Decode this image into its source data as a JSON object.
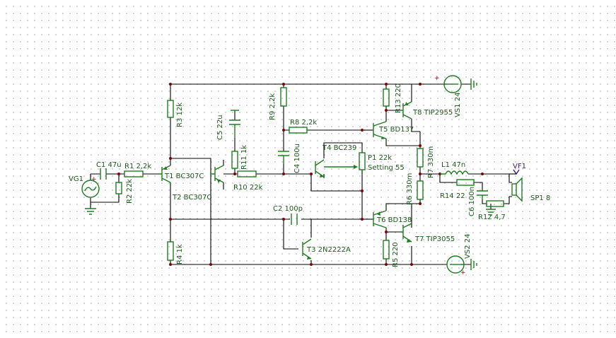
{
  "components": {
    "vg1": "VG1",
    "c1": "C1 47u",
    "r1": "R1 2,2k",
    "r2": "R2 22k",
    "t1": "T1 BC307C",
    "t2": "T2 BC307C",
    "r3": "R3 12k",
    "r4": "R4 1k",
    "c5": "C5 22u",
    "r11": "R11 1k",
    "r10": "R10 22k",
    "r9": "R9 2,2k",
    "r8": "R8 2,2k",
    "c4": "C4 100u",
    "t4": "T4 BC239",
    "p1": "P1 22k",
    "p1_setting": "Setting 55",
    "t5": "T5 BD137",
    "r13": "R13 220",
    "t8": "T8 TIP2955",
    "vs1": "VS1 24",
    "r7": "R7 330m",
    "r6": "R6 330m",
    "t6": "T6 BD138",
    "r5": "R5 220",
    "t7": "T7 TIP3055",
    "vs2": "VS2 24",
    "c2": "C2 100p",
    "t3": "T3 2N2222A",
    "l1": "L1 47n",
    "r14": "R14 22",
    "c6": "C6 100n",
    "r12": "R12 4,7",
    "vf1": "VF1",
    "sp1": "SP1 8"
  },
  "wire_color": "#000000",
  "component_color": "#1e7d1e",
  "junction_color": "#800000"
}
